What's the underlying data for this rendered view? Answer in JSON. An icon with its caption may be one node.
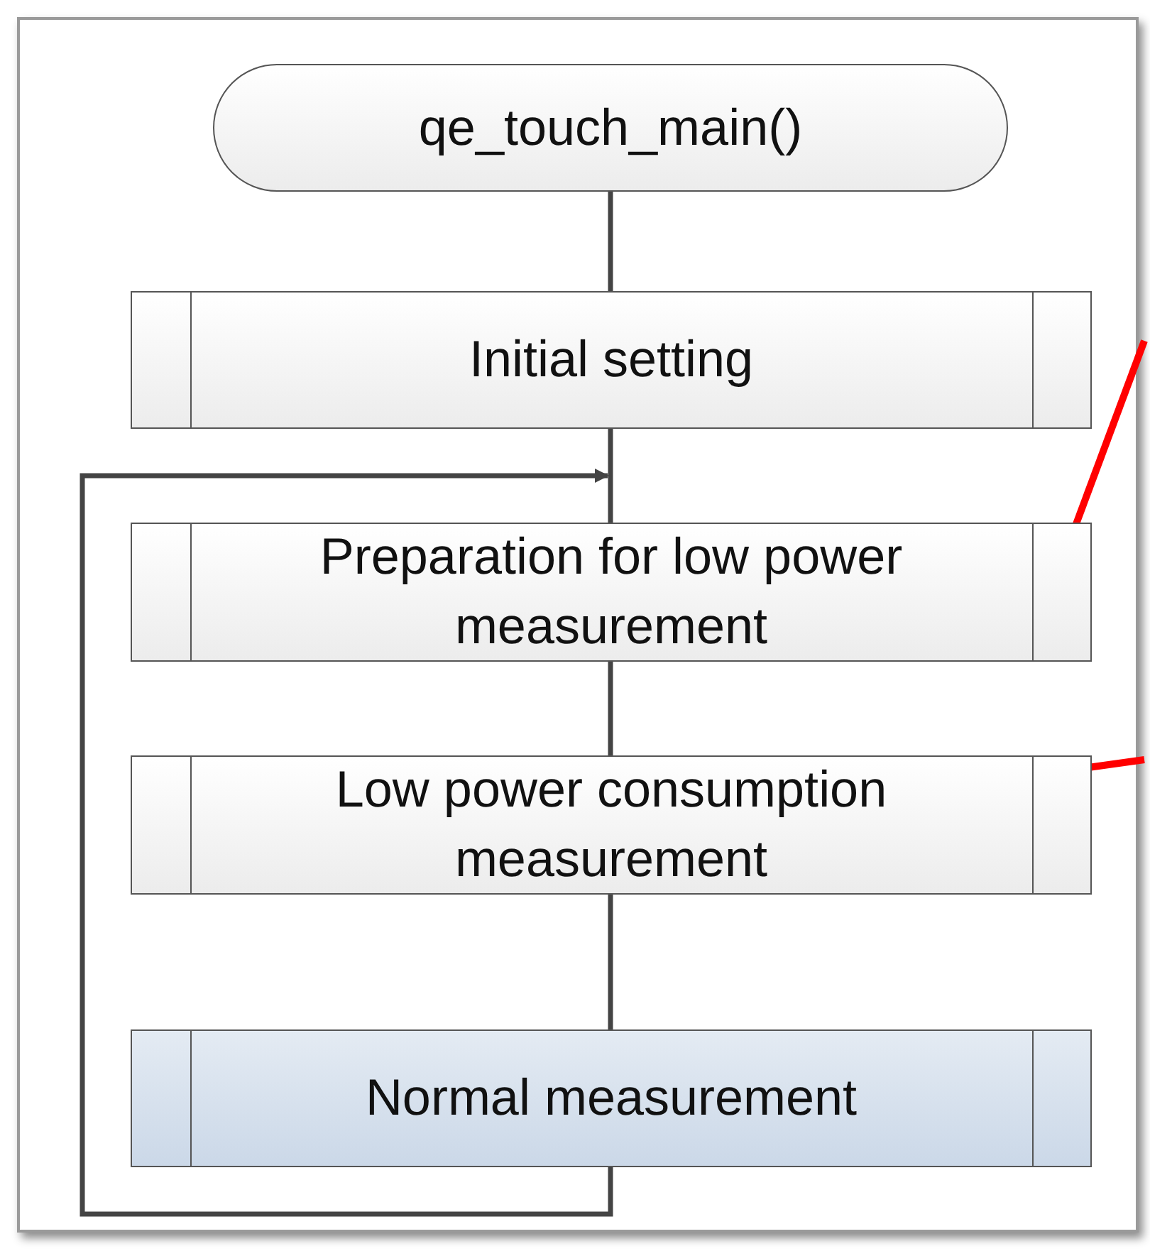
{
  "diagram": {
    "nodes": [
      {
        "text": [
          "qe_touch_main()"
        ]
      },
      {
        "text": [
          "Initial setting"
        ]
      },
      {
        "text": [
          "Preparation for low power measurement"
        ]
      },
      {
        "text": [
          "Low power consumption measurement"
        ]
      },
      {
        "text": [
          "Normal measurement"
        ]
      }
    ],
    "edges": [
      {
        "from": 0,
        "to": 1,
        "arrow": "none"
      },
      {
        "from": 1,
        "to": 2,
        "arrow": "none"
      },
      {
        "from": 2,
        "to": 3,
        "arrow": "none"
      },
      {
        "from": 3,
        "to": 4,
        "arrow": "none"
      },
      {
        "from": 4,
        "to": 2,
        "arrow": "to"
      },
      {
        "from": 2,
        "to": null,
        "arrow": "none",
        "color": "#ff0000"
      },
      {
        "from": 3,
        "to": null,
        "arrow": "none",
        "color": "#ff0000"
      }
    ]
  }
}
